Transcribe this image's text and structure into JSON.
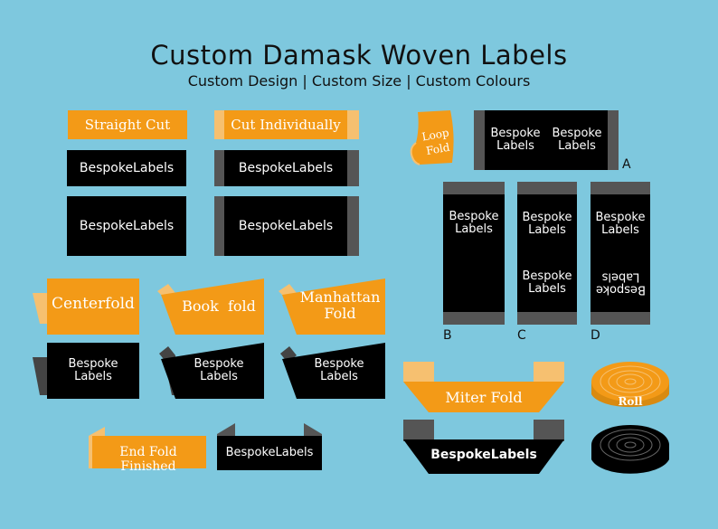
{
  "header": {
    "title": "Custom Damask Woven Labels",
    "subtitle": "Custom Design | Custom Size | Custom Colours"
  },
  "folds": {
    "straight_cut": "Straight Cut",
    "cut_individually": "Cut Individually",
    "loop_fold_line1": "Loop",
    "loop_fold_line2": "Fold",
    "centerfold": "Centerfold",
    "book_fold": "Book  fold",
    "manhattan_line1": "Manhattan",
    "manhattan_line2": "Fold",
    "miter_fold": "Miter Fold",
    "roll": "Roll",
    "end_fold_finished": "End Fold Finished"
  },
  "labels": {
    "one_line": "BespokeLabels",
    "line1": "Bespoke",
    "line2": "Labels"
  },
  "markers": {
    "a": "A",
    "b": "B",
    "c": "C",
    "d": "D"
  },
  "colors": {
    "background": "#7ec8de",
    "orange": "#f39a17",
    "black": "#000000",
    "dark_gray": "#555555",
    "light_orange": "#f6c070"
  }
}
